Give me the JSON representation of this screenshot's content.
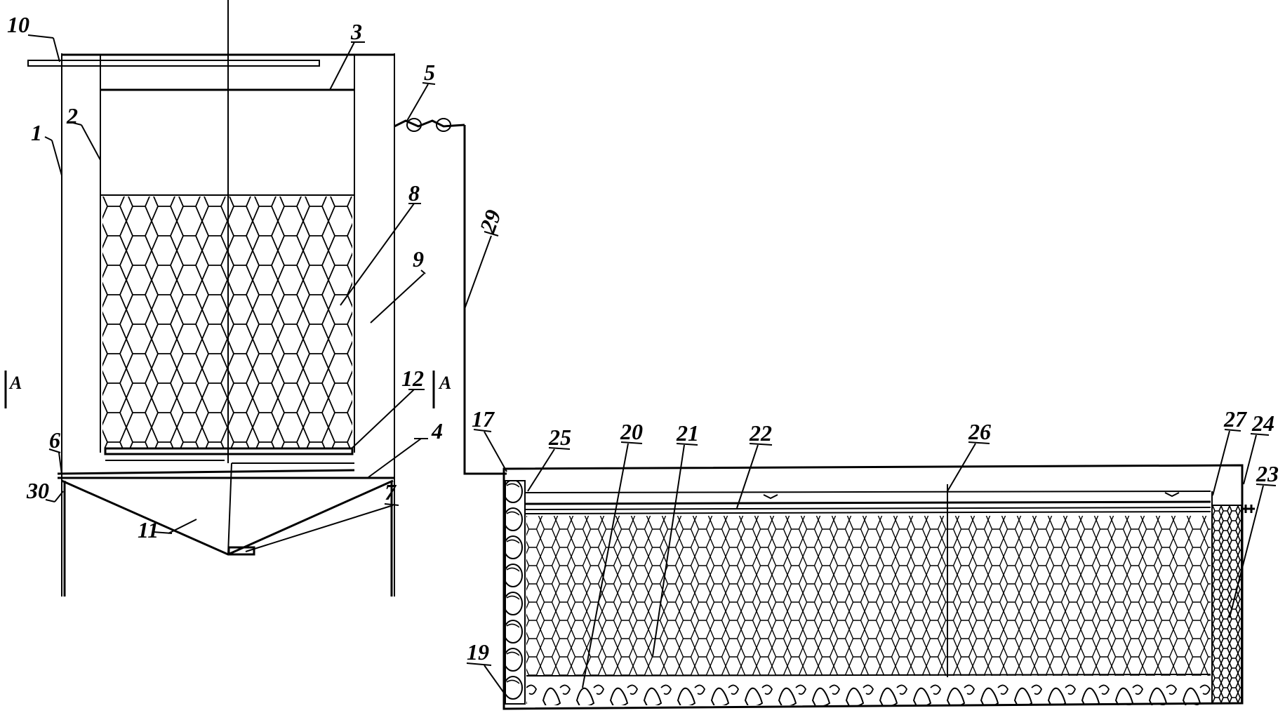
{
  "labels": {
    "l1": "1",
    "l2": "2",
    "l3": "3",
    "l4": "4",
    "l5": "5",
    "l6": "6",
    "l7": "7",
    "l8": "8",
    "l9": "9",
    "l10": "10",
    "l11": "11",
    "l12": "12",
    "l17": "17",
    "l19": "19",
    "l20": "20",
    "l21": "21",
    "l22": "22",
    "l23": "23",
    "l24": "24",
    "l25": "25",
    "l26": "26",
    "l27": "27",
    "l29": "29",
    "l30": "30",
    "sectionA_left": "A",
    "sectionA_right": "A"
  },
  "colors": {
    "line": "#000000",
    "background": "#ffffff"
  }
}
